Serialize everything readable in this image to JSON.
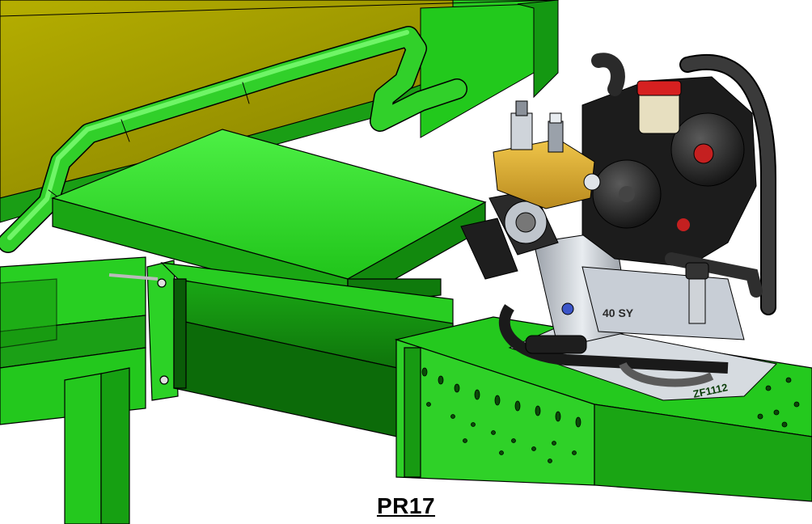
{
  "caption": "PR17",
  "parts": {
    "pump_label": "40 SY",
    "plate_stamp": "ZF1112"
  },
  "colors": {
    "background": "#ffffff",
    "frame_green": "#22d11c",
    "frame_dark": "#0f7a0c",
    "tank_olive": "#a8a200",
    "manifold_yellow": "#e0b53a",
    "pump_black": "#1e1e1e",
    "cap_red": "#d62020"
  },
  "icons": [
    "diaphragm-pump-icon",
    "pressure-regulator-icon"
  ]
}
